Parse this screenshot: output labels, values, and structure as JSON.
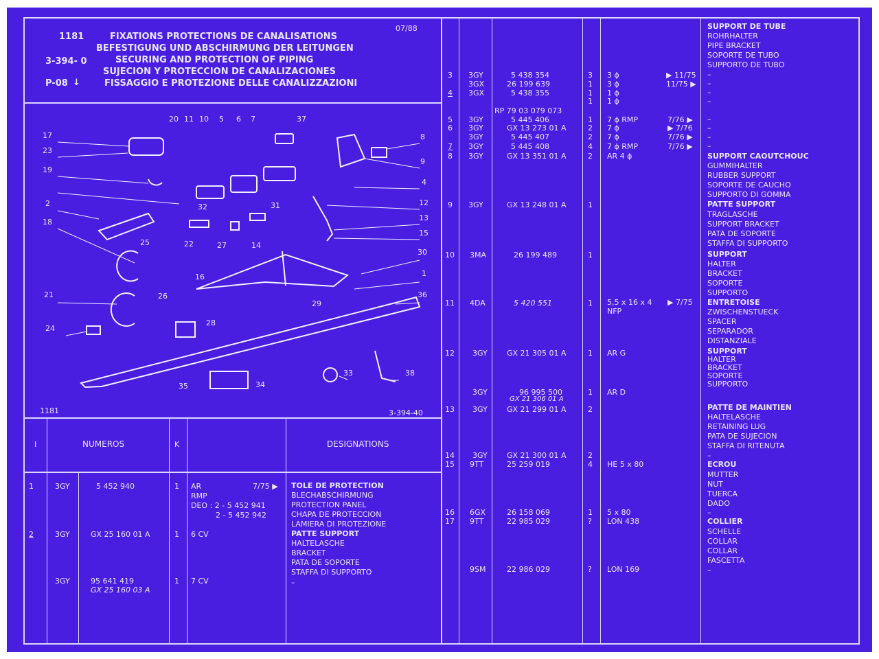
{
  "header": {
    "plate_no": "1181",
    "date": "07/88",
    "ref_code": "3-394-  0",
    "page_code": "P-08",
    "page_arrow": "↓",
    "titles": [
      "FIXATIONS PROTECTIONS DE CANALISATIONS",
      "BEFESTIGUNG UND ABSCHIRMUNG DER LEITUNGEN",
      "SECURING AND PROTECTION OF PIPING",
      "SUJECION Y PROTECCION DE CANALIZACIONES",
      "FISSAGGIO E PROTEZIONE DELLE CANALIZZAZIONI"
    ]
  },
  "diagram": {
    "footer_left": "1181",
    "footer_right": "3-394-40",
    "callouts": [
      "20",
      "11",
      "10",
      "5",
      "6",
      "7",
      "37",
      "17",
      "23",
      "19",
      "8",
      "9",
      "4",
      "2",
      "12",
      "32",
      "31",
      "13",
      "18",
      "15",
      "25",
      "22",
      "27",
      "14",
      "30",
      "16",
      "1",
      "21",
      "26",
      "29",
      "36",
      "24",
      "28",
      "33",
      "38",
      "35",
      "34"
    ]
  },
  "table_header": {
    "col_i": "I",
    "col_numeros": "NUMEROS",
    "col_k": "K",
    "col_designations": "DESIGNATIONS"
  },
  "left_rows": [
    {
      "idx": "1",
      "code": "3GY",
      "ref": "5  452  940",
      "k": "1",
      "spec": "AR",
      "date": "7/75 ▶",
      "spec2": "RMP",
      "spec3": "DEO : 2 - 5  452 941",
      "spec4": "2 - 5  452 942",
      "desc": [
        "TOLE DE PROTECTION",
        "BLECHABSCHIRMUNG",
        "PROTECTION PANEL",
        "CHAPA DE PROTECCION",
        "LAMIERA DI PROTEZIONE"
      ]
    },
    {
      "idx": "2",
      "code": "3GY",
      "ref": "GX  25  160  01  A",
      "k": "1",
      "spec": "6 CV",
      "desc": [
        "PATTE SUPPORT",
        "HALTELASCHE",
        "BRACKET",
        "PATA DE SOPORTE",
        "STAFFA DI SUPPORTO"
      ]
    },
    {
      "code": "3GY",
      "ref": "95  641  419",
      "ref_alt": "GX 25  160  03 A",
      "k": "1",
      "spec": "7 CV",
      "desc": [
        "–"
      ]
    }
  ],
  "right_rows": [
    {
      "idx": "3",
      "code": "3GY",
      "ref": "5  438  354",
      "k": "3",
      "spec": "3  ϕ",
      "date": "▶ 11/75"
    },
    {
      "code": "3GX",
      "ref": "26  199  639",
      "k": "1",
      "spec": "3  ϕ",
      "date": "11/75 ▶"
    },
    {
      "idx": "4",
      "code": "3GX",
      "ref": "5  438  355",
      "k": "1",
      "spec": "1  ϕ"
    },
    {
      "k": "1",
      "spec": "1  ϕ"
    },
    {
      "ref": "RP 79  03  079  073"
    },
    {
      "idx": "5",
      "code": "3GY",
      "ref": "5  445  406",
      "k": "1",
      "spec": "7  ϕ   RMP",
      "date": "7/76 ▶"
    },
    {
      "idx": "6",
      "code": "3GY",
      "ref": "GX  13  273  01  A",
      "k": "2",
      "spec": "7  ϕ",
      "date": "▶ 7/76"
    },
    {
      "code": "3GY",
      "ref": "5  445  407",
      "k": "2",
      "spec": "7  ϕ",
      "date": "7/76 ▶"
    },
    {
      "idx": "7",
      "code": "3GY",
      "ref": "5  445  408",
      "k": "4",
      "spec": "7  ϕ   RMP",
      "date": "7/76 ▶"
    },
    {
      "idx": "8",
      "code": "3GY",
      "ref": "GX  13  351  01  A",
      "k": "2",
      "spec": "AR 4 ϕ"
    },
    {
      "idx": "9",
      "code": "3GY",
      "ref": "GX  13  248  01  A",
      "k": "1"
    },
    {
      "idx": "10",
      "code": "3MA",
      "ref": "26  199  489",
      "k": "1"
    },
    {
      "idx": "11",
      "code": "4DA",
      "ref": "5  420  551",
      "k": "1",
      "spec": "5,5 x 16 x 4",
      "date": "▶ 7/75",
      "spec2": "NFP"
    },
    {
      "idx": "12",
      "code": "3GY",
      "ref": "GX  21  305  01  A",
      "k": "1",
      "spec": "AR G"
    },
    {
      "code": "3GY",
      "ref": "96  995  500",
      "ref_alt": "GX 21  306  01 A",
      "k": "1",
      "spec": "AR D"
    },
    {
      "idx": "13",
      "code": "3GY",
      "ref": "GX  21  299  01  A",
      "k": "2"
    },
    {
      "idx": "14",
      "code": "3GY",
      "ref": "GX  21  300  01  A",
      "k": "2"
    },
    {
      "idx": "15",
      "code": "9TT",
      "ref": "25  259  019",
      "k": "4",
      "spec": "HE 5 x 80"
    },
    {
      "idx": "16",
      "code": "6GX",
      "ref": "26  158  069",
      "k": "1",
      "spec": "5 x 80"
    },
    {
      "idx": "17",
      "code": "9TT",
      "ref": "22  985  029",
      "k": "?",
      "spec": "LON 438"
    },
    {
      "code": "9SM",
      "ref": "22  986  029",
      "k": "?",
      "spec": "LON 169"
    }
  ],
  "right_designations": [
    [
      "SUPPORT DE TUBE",
      "ROHRHALTER",
      "PIPE BRACKET",
      "SOPORTE DE TUBO",
      "SUPPORTO DE TUBO",
      "–",
      "–",
      "–",
      "–"
    ],
    [
      "–",
      "–",
      "–",
      "–"
    ],
    [
      "SUPPORT CAOUTCHOUC",
      "GUMMIHALTER",
      "RUBBER SUPPORT",
      "SOPORTE DE CAUCHO",
      "SUPPORTO DI GOMMA"
    ],
    [
      "PATTE SUPPORT",
      "TRAGLASCHE",
      "SUPPORT BRACKET",
      "PATA DE SOPORTE",
      "STAFFA DI SUPPORTO"
    ],
    [
      "SUPPORT",
      "HALTER",
      "BRACKET",
      "SOPORTE",
      "SUPPORTO"
    ],
    [
      "ENTRETOISE",
      "ZWISCHENSTUECK",
      "SPACER",
      "SEPARADOR",
      "DISTANZIALE"
    ],
    [
      "SUPPORT",
      "HALTER",
      "BRACKET",
      "SOPORTE",
      "SUPPORTO"
    ],
    [
      "PATTE DE MAINTIEN",
      "HALTELASCHE",
      "RETAINING LUG",
      "PATA DE SUJECION",
      "STAFFA DI RITENUTA",
      "–"
    ],
    [
      "ECROU",
      "MUTTER",
      "NUT",
      "TUERCA",
      "DADO",
      "–"
    ],
    [
      "COLLIER",
      "SCHELLE",
      "COLLAR",
      "COLLAR",
      "FASCETTA",
      "–"
    ]
  ]
}
